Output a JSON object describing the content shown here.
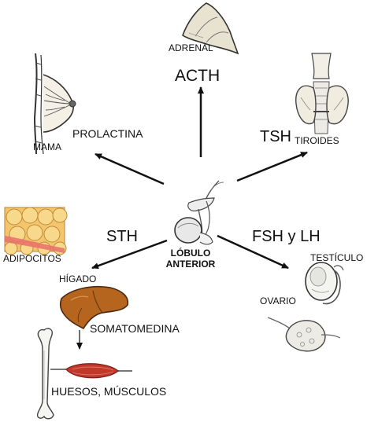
{
  "center": {
    "line1": "LÓBULO",
    "line2": "ANTERIOR"
  },
  "hormones": {
    "acth": "ACTH",
    "tsh": "TSH",
    "prolactina": "PROLACTINA",
    "sth": "STH",
    "fsh_lh": "FSH y LH",
    "somatomedina": "SOMATOMEDINA"
  },
  "targets": {
    "adrenal": "ADRENAL",
    "tiroides": "TIROIDES",
    "mama": "MAMA",
    "adipocitos": "ADIPOCITOS",
    "higado": "HÍGADO",
    "huesos_musculos": "HUESOS, MÚSCULOS",
    "testiculo": "TESTÍCULO",
    "ovario": "OVARIO"
  },
  "colors": {
    "arrow": "#111111",
    "liver": "#b5651d",
    "muscle": "#c0392b",
    "fat_cells": "#f3c66e",
    "fat_vessel": "#e8736c"
  }
}
